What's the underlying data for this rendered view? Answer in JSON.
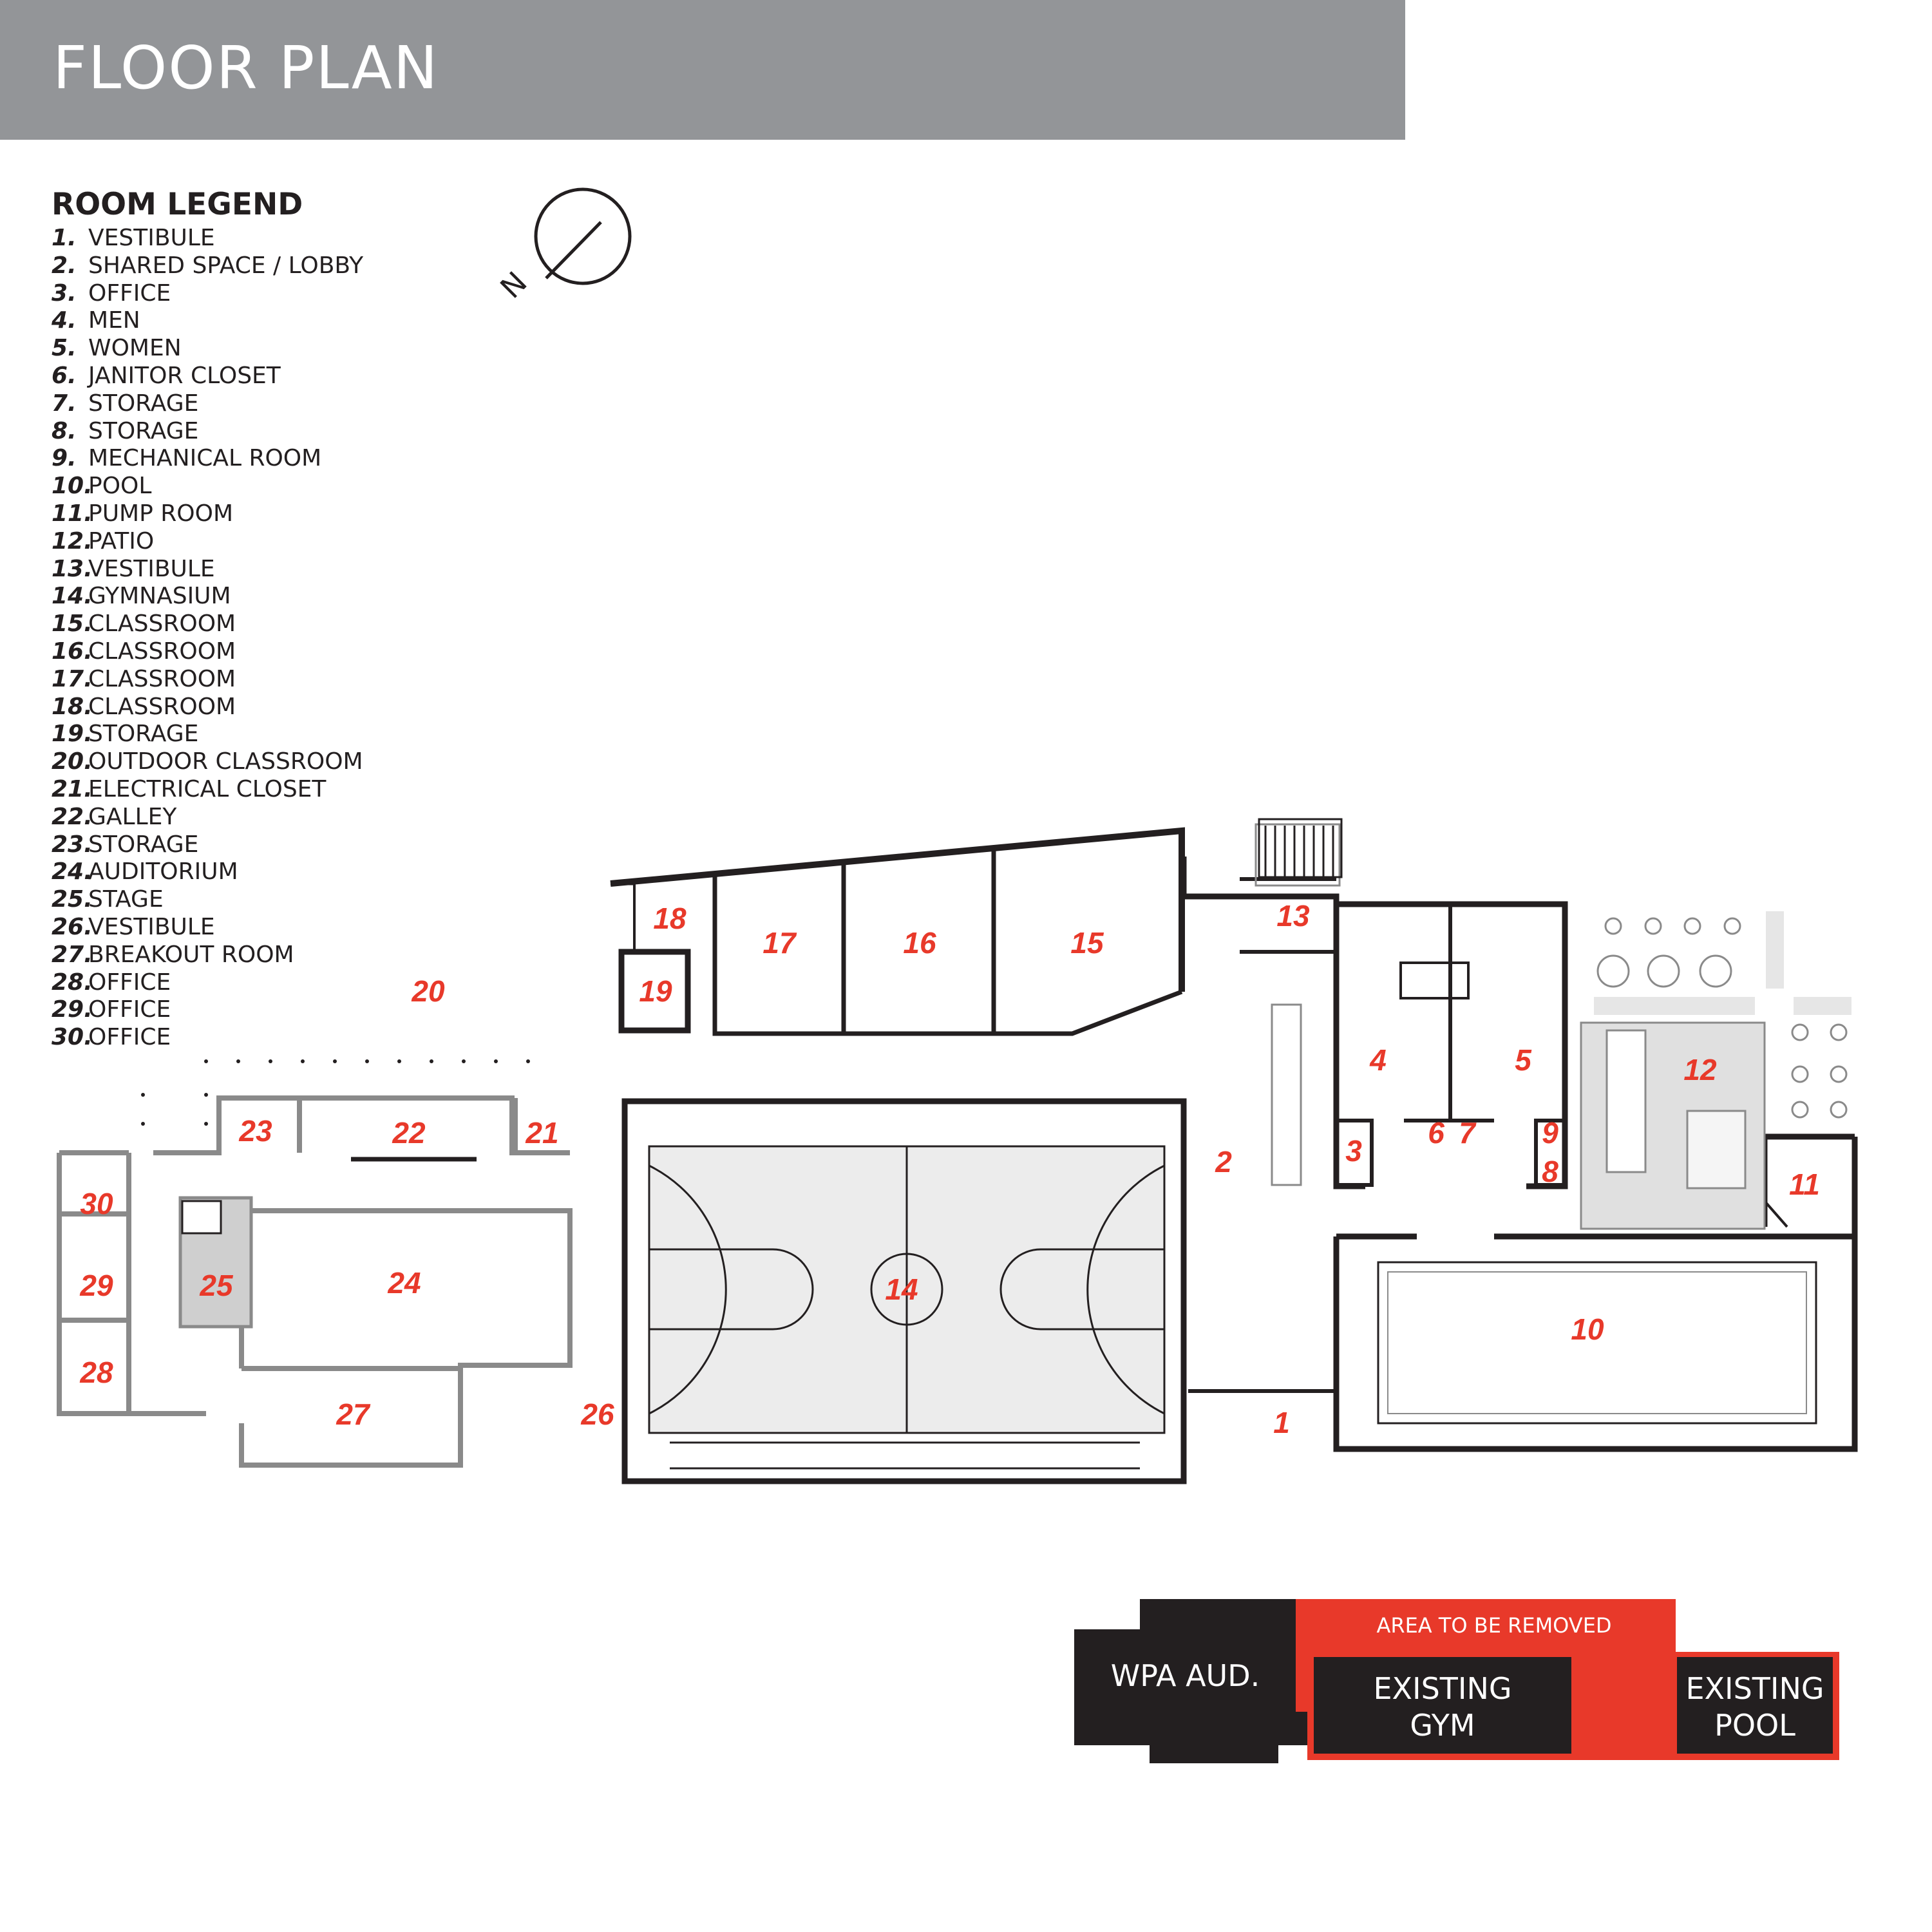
{
  "header": {
    "title": "FLOOR PLAN",
    "background": "#939598"
  },
  "legend": {
    "title": "ROOM LEGEND",
    "rooms": [
      {
        "num": "1.",
        "name": "VESTIBULE"
      },
      {
        "num": "2.",
        "name": "SHARED SPACE / LOBBY"
      },
      {
        "num": "3.",
        "name": "OFFICE"
      },
      {
        "num": "4.",
        "name": "MEN"
      },
      {
        "num": "5.",
        "name": "WOMEN"
      },
      {
        "num": "6.",
        "name": "JANITOR CLOSET"
      },
      {
        "num": "7.",
        "name": "STORAGE"
      },
      {
        "num": "8.",
        "name": "STORAGE"
      },
      {
        "num": "9.",
        "name": "MECHANICAL ROOM"
      },
      {
        "num": "10.",
        "name": "POOL"
      },
      {
        "num": "11.",
        "name": "PUMP ROOM"
      },
      {
        "num": "12.",
        "name": "PATIO"
      },
      {
        "num": "13.",
        "name": "VESTIBULE"
      },
      {
        "num": "14.",
        "name": "GYMNASIUM"
      },
      {
        "num": "15.",
        "name": "CLASSROOM"
      },
      {
        "num": "16.",
        "name": "CLASSROOM"
      },
      {
        "num": "17.",
        "name": "CLASSROOM"
      },
      {
        "num": "18.",
        "name": "CLASSROOM"
      },
      {
        "num": "19.",
        "name": "STORAGE"
      },
      {
        "num": "20.",
        "name": "OUTDOOR CLASSROOM"
      },
      {
        "num": "21.",
        "name": "ELECTRICAL CLOSET"
      },
      {
        "num": "22.",
        "name": "GALLEY"
      },
      {
        "num": "23.",
        "name": "STORAGE"
      },
      {
        "num": "24.",
        "name": "AUDITORIUM"
      },
      {
        "num": "25.",
        "name": "STAGE"
      },
      {
        "num": "26.",
        "name": "VESTIBULE"
      },
      {
        "num": "27.",
        "name": "BREAKOUT ROOM"
      },
      {
        "num": "28.",
        "name": "OFFICE"
      },
      {
        "num": "29.",
        "name": "OFFICE"
      },
      {
        "num": "30.",
        "name": "OFFICE"
      }
    ]
  },
  "north_arrow": {
    "letter": "N",
    "icon": "north-arrow-icon"
  },
  "plan": {
    "label_color": "#e8392a",
    "room_labels": [
      "1",
      "2",
      "3",
      "4",
      "5",
      "6",
      "7",
      "8",
      "9",
      "10",
      "11",
      "12",
      "13",
      "14",
      "15",
      "16",
      "17",
      "18",
      "19",
      "20",
      "21",
      "22",
      "23",
      "24",
      "25",
      "26",
      "27",
      "28",
      "29",
      "30"
    ]
  },
  "key": {
    "removed_label": "AREA TO BE REMOVED",
    "wpa_label": "WPA AUD.",
    "gym_label_line1": "EXISTING",
    "gym_label_line2": "GYM",
    "pool_label_line1": "EXISTING",
    "pool_label_line2": "POOL",
    "colors": {
      "dark": "#231f20",
      "red": "#e8392a"
    }
  }
}
